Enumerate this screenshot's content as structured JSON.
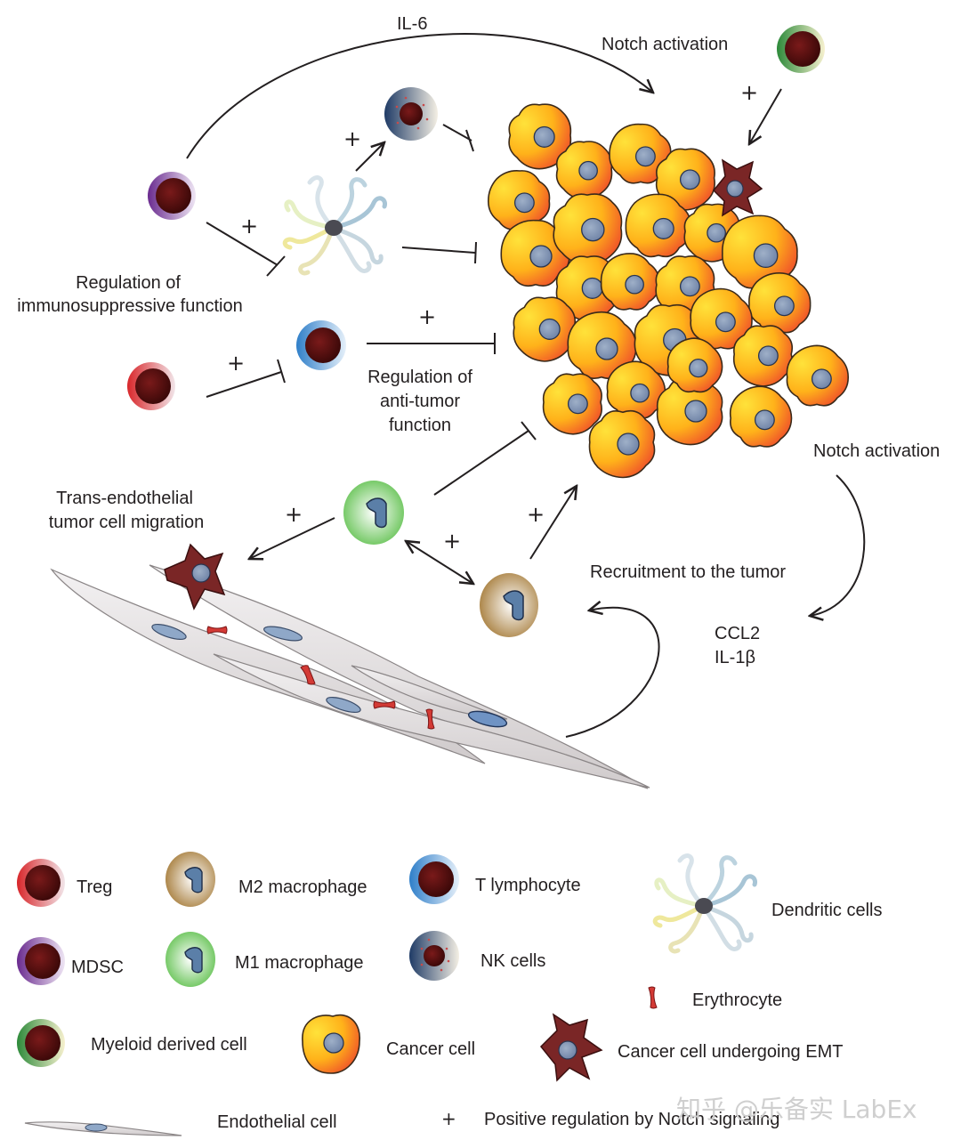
{
  "labels": {
    "il6": "IL-6",
    "notch_top": "Notch activation",
    "notch_right": "Notch activation",
    "reg_immuno_1": "Regulation of",
    "reg_immuno_2": "immunosuppressive function",
    "reg_anti_1": "Regulation of",
    "reg_anti_2": "anti-tumor",
    "reg_anti_3": "function",
    "trans_1": "Trans-endothelial",
    "trans_2": "tumor cell migration",
    "recruitment": "Recruitment to the tumor",
    "ccl2": "CCL2",
    "il1b": "IL-1β",
    "plus": "+"
  },
  "legend": {
    "treg": "Treg",
    "m2": "M2 macrophage",
    "tlymph": "T lymphocyte",
    "dendritic": "Dendritic cells",
    "mdsc": "MDSC",
    "m1": "M1 macrophage",
    "nk": "NK cells",
    "erythrocyte": "Erythrocyte",
    "myeloid": "Myeloid derived cell",
    "cancer": "Cancer cell",
    "emt": "Cancer cell undergoing EMT",
    "endothelial": "Endothelial cell",
    "plus_symbol": "+",
    "positive": "Positive regulation by Notch signaling"
  },
  "watermark": "知乎 @乐备实 LabEx",
  "colors": {
    "cancer_fill_light": "#ffd21a",
    "cancer_fill_dark": "#f0572a",
    "nucleus": "#7d8fb0",
    "cell_dark": "#4a0a0a",
    "emt": "#7a2a2a",
    "erythrocyte": "#d33a35"
  }
}
